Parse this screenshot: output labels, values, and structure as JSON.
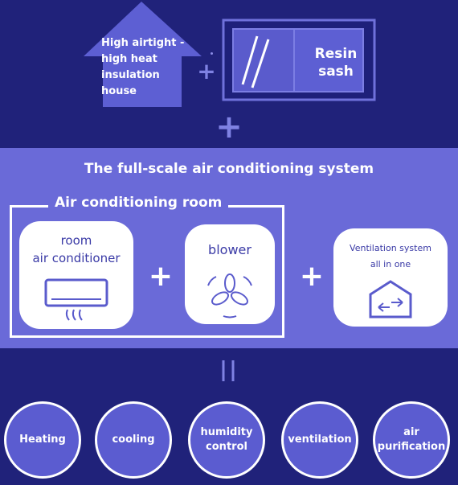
{
  "house": {
    "label": "High airtight - high heat insulation house"
  },
  "sash": {
    "label": "Resin sash"
  },
  "system": {
    "title": "The full-scale air conditioning system"
  },
  "room": {
    "title": "Air conditioning room"
  },
  "cards": {
    "ac": {
      "line1": "room",
      "line2": "air conditioner"
    },
    "blower": {
      "label": "blower"
    },
    "ventilation": {
      "line1": "Ventilation system",
      "line2": "all in one"
    }
  },
  "operators": {
    "plus": "+"
  },
  "functions": [
    {
      "label": "Heating"
    },
    {
      "label": "cooling"
    },
    {
      "label": "humidity control"
    },
    {
      "label": "ventilation"
    },
    {
      "label": "air purification"
    }
  ],
  "colors": {
    "background": "#20227a",
    "panel": "#6a6ad8",
    "house_fill": "#5d5fd3",
    "card_text": "#3a3aa6",
    "circle_fill": "#5b5cd0"
  }
}
